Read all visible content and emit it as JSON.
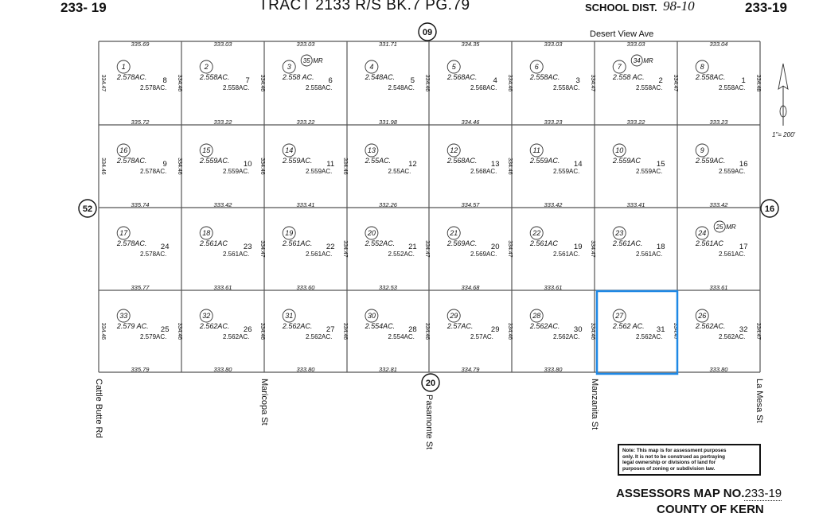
{
  "header": {
    "left_code": "233- 19",
    "title": "TRACT 2133 R/S  BK.7 PG.79",
    "school_label": "SCHOOL DIST.",
    "school_value": "98-10",
    "right_code": "233-19"
  },
  "street_badges": {
    "top": "09",
    "left": "52",
    "right": "16",
    "bottom": "20"
  },
  "streets": {
    "top": "Desert View Ave",
    "v1": "Cattle Butte Rd",
    "v2": "Maricopa St",
    "v3": "Pasamonte St",
    "v4": "Manzanita St",
    "v5": "La Mesa St"
  },
  "scale": "1\"= 200'",
  "north_arrow": "north-arrow-icon",
  "highlight_color": "#1e88e5",
  "row_dims": [
    [
      "335.69",
      "333.03",
      "333.03",
      "331.71",
      "334.35",
      "333.03",
      "333.03",
      "333.04"
    ],
    [
      "335.72",
      "333.22",
      "333.22",
      "331.98",
      "334.46",
      "333.23",
      "333.22",
      "333.23"
    ],
    [
      "335.74",
      "333.42",
      "333.41",
      "332.26",
      "334.57",
      "333.42",
      "333.41",
      "333.42"
    ],
    [
      "335.77",
      "333.61",
      "333.60",
      "332.53",
      "334.68",
      "333.61",
      "",
      "333.61"
    ],
    [
      "335.79",
      "333.80",
      "333.80",
      "332.81",
      "334.79",
      "333.80",
      "",
      "333.80"
    ]
  ],
  "row_vdims": [
    [
      "334.47",
      "334.46",
      "334.46",
      "",
      "334.46",
      "334.46",
      "334.47",
      "334.47",
      "334.48"
    ],
    [
      "334.46",
      "334.46",
      "334.46",
      "334.46",
      "",
      "334.46",
      "",
      "",
      ""
    ],
    [
      "",
      "",
      "334.47",
      "334.47",
      "334.47",
      "334.47",
      "334.47",
      "",
      ""
    ],
    [
      "334.46",
      "334.46",
      "334.46",
      "334.46",
      "334.46",
      "334.46",
      "334.46",
      "334.47",
      "334.47"
    ]
  ],
  "parcels": [
    [
      {
        "circle": "1",
        "acre_a": "2.578AC.",
        "lot": "8",
        "acre_b": "2.578AC."
      },
      {
        "circle": "2",
        "acre_a": "2.558AC.",
        "lot": "7",
        "acre_b": "2.558AC."
      },
      {
        "circle": "3",
        "mr": "35",
        "acre_a": "2.558 AC.",
        "lot": "6",
        "acre_b": "2.558AC."
      },
      {
        "circle": "4",
        "acre_a": "2.548AC.",
        "lot": "5",
        "acre_b": "2.548AC."
      },
      {
        "circle": "5",
        "acre_a": "2.568AC.",
        "lot": "4",
        "acre_b": "2.568AC."
      },
      {
        "circle": "6",
        "acre_a": "2.558AC.",
        "lot": "3",
        "acre_b": "2.558AC."
      },
      {
        "circle": "7",
        "mr": "34",
        "acre_a": "2.558 AC.",
        "lot": "2",
        "acre_b": "2.558AC."
      },
      {
        "circle": "8",
        "acre_a": "2.558AC.",
        "lot": "1",
        "acre_b": "2.558AC."
      }
    ],
    [
      {
        "circle": "16",
        "acre_a": "2.578AC.",
        "lot": "9",
        "acre_b": "2.578AC."
      },
      {
        "circle": "15",
        "acre_a": "2.559AC.",
        "lot": "10",
        "acre_b": "2.559AC."
      },
      {
        "circle": "14",
        "acre_a": "2.559AC.",
        "lot": "11",
        "acre_b": "2.559AC."
      },
      {
        "circle": "13",
        "acre_a": "2.55AC.",
        "lot": "12",
        "acre_b": "2.55AC."
      },
      {
        "circle": "12",
        "acre_a": "2.568AC.",
        "lot": "13",
        "acre_b": "2.568AC."
      },
      {
        "circle": "11",
        "acre_a": "2.559AC.",
        "lot": "14",
        "acre_b": "2.559AC."
      },
      {
        "circle": "10",
        "acre_a": "2.559AC",
        "lot": "15",
        "acre_b": "2.559AC."
      },
      {
        "circle": "9",
        "acre_a": "2.559AC.",
        "lot": "16",
        "acre_b": "2.559AC."
      }
    ],
    [
      {
        "circle": "17",
        "acre_a": "2.578AC.",
        "lot": "24",
        "acre_b": "2.578AC."
      },
      {
        "circle": "18",
        "acre_a": "2.561AC",
        "lot": "23",
        "acre_b": "2.561AC."
      },
      {
        "circle": "19",
        "acre_a": "2.561AC.",
        "lot": "22",
        "acre_b": "2.561AC."
      },
      {
        "circle": "20",
        "acre_a": "2.552AC.",
        "lot": "21",
        "acre_b": "2.552AC."
      },
      {
        "circle": "21",
        "acre_a": "2.569AC.",
        "lot": "20",
        "acre_b": "2.569AC."
      },
      {
        "circle": "22",
        "acre_a": "2.561AC",
        "lot": "19",
        "acre_b": "2.561AC."
      },
      {
        "circle": "23",
        "acre_a": "2.561AC.",
        "lot": "18",
        "acre_b": "2.561AC."
      },
      {
        "circle": "24",
        "mr": "25",
        "acre_a": "2.561AC",
        "lot": "17",
        "acre_b": "2.561AC."
      }
    ],
    [
      {
        "circle": "33",
        "acre_a": "2.579 AC.",
        "lot": "25",
        "acre_b": "2.579AC."
      },
      {
        "circle": "32",
        "acre_a": "2.562AC.",
        "lot": "26",
        "acre_b": "2.562AC."
      },
      {
        "circle": "31",
        "acre_a": "2.562AC.",
        "lot": "27",
        "acre_b": "2.562AC."
      },
      {
        "circle": "30",
        "acre_a": "2.554AC.",
        "lot": "28",
        "acre_b": "2.554AC."
      },
      {
        "circle": "29",
        "acre_a": "2.57AC.",
        "lot": "29",
        "acre_b": "2.57AC."
      },
      {
        "circle": "28",
        "acre_a": "2.562AC.",
        "lot": "30",
        "acre_b": "2.562AC."
      },
      {
        "circle": "27",
        "acre_a": "2.562 AC.",
        "lot": "31",
        "acre_b": "2.562AC."
      },
      {
        "circle": "26",
        "acre_a": "2.562AC.",
        "lot": "32",
        "acre_b": "2.562AC."
      }
    ]
  ],
  "note": {
    "line1": "Note: This map is for assessment purposes",
    "line2": "only. It is not to be construed as portraying",
    "line3": "legal ownership or divisions of land for",
    "line4": "purposes of zoning or subdivision law."
  },
  "footer": {
    "map_label": "ASSESSORS MAP NO.",
    "map_no": "233-19",
    "county": "COUNTY OF KERN"
  }
}
